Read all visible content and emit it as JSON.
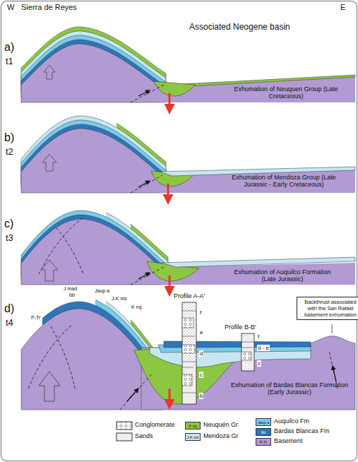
{
  "diagram": {
    "nodes": [
      {
        "text": [
          "Backthrust associated with the San Rafael basement exhumation"
        ]
      }
    ],
    "labels": [
      "W",
      "Sierra de Reyes",
      "E",
      "a)",
      "t1",
      "Associated Neogene basin",
      "Exhumation of Neuquen Group (Late Cretaceous)",
      "b)",
      "t2",
      "Exhumation of Mendoza Group (Late Jurassic - Early Cretaceous)",
      "c)",
      "t3",
      "Exhumation of Auquilco Formation (Late Jurassic)",
      "d)",
      "t4",
      "P-Tr",
      "J mad",
      "bb",
      "Jaup a",
      "J-K mz",
      "K nq",
      "Profile A-A'",
      "Profile B-B'",
      "f",
      "e",
      "d",
      "c",
      "b",
      "f",
      "d - e",
      "c",
      "Exhumation of Bardas Blancas Formation (Early Jurassic)",
      "K nq",
      "J-K mz",
      "Jaup a",
      "bb",
      "P-Tr"
    ],
    "legend": [
      {
        "text": "Conglomerate"
      },
      {
        "text": "Sands"
      },
      {
        "text": "Neuquén Gr",
        "color": "#8dc641"
      },
      {
        "text": "Mendoza Gr",
        "color": "#c6e7f2"
      },
      {
        "text": "Auquilco Fm",
        "color": "#7ccbe9"
      },
      {
        "text": "Bardas Blancas Fm",
        "color": "#2e76b8"
      },
      {
        "text": "Basement",
        "color": "#b29ad3"
      }
    ]
  }
}
